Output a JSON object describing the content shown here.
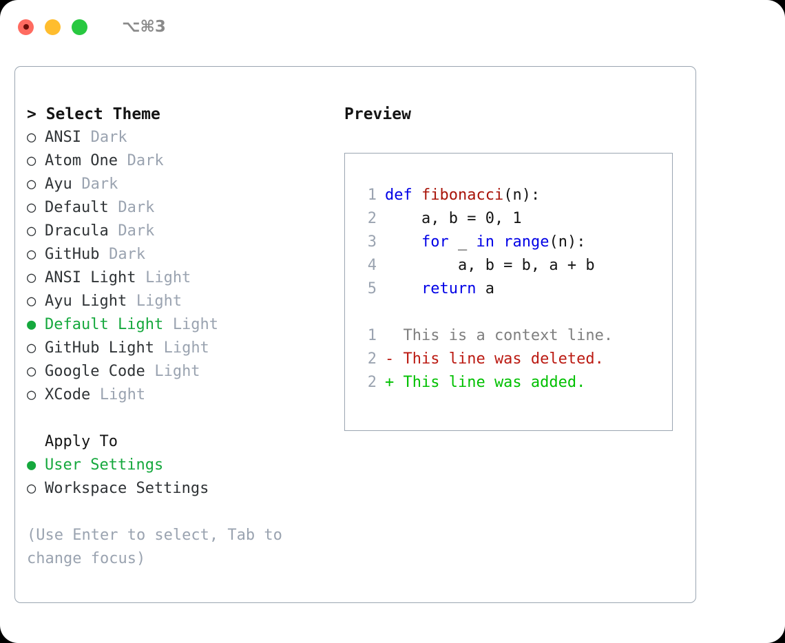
{
  "titlebar": {
    "shortcut": "⌥⌘3",
    "lights": [
      {
        "name": "close",
        "color": "#ff6b60"
      },
      {
        "name": "minimize",
        "color": "#ffbd2e"
      },
      {
        "name": "maximize",
        "color": "#28c840"
      }
    ]
  },
  "theme_picker": {
    "header": "> Select Theme",
    "selected_marker": "●",
    "unselected_marker": "○",
    "themes": [
      {
        "name": "ANSI",
        "variant": "Dark",
        "selected": false
      },
      {
        "name": "Atom One",
        "variant": "Dark",
        "selected": false
      },
      {
        "name": "Ayu",
        "variant": "Dark",
        "selected": false
      },
      {
        "name": "Default",
        "variant": "Dark",
        "selected": false
      },
      {
        "name": "Dracula",
        "variant": "Dark",
        "selected": false
      },
      {
        "name": "GitHub",
        "variant": "Dark",
        "selected": false
      },
      {
        "name": "ANSI Light",
        "variant": "Light",
        "selected": false
      },
      {
        "name": "Ayu Light",
        "variant": "Light",
        "selected": false
      },
      {
        "name": "Default Light",
        "variant": "Light",
        "selected": true
      },
      {
        "name": "GitHub Light",
        "variant": "Light",
        "selected": false
      },
      {
        "name": "Google Code",
        "variant": "Light",
        "selected": false
      },
      {
        "name": "XCode",
        "variant": "Light",
        "selected": false
      }
    ]
  },
  "apply_to": {
    "header": "Apply To",
    "options": [
      {
        "label": "User Settings",
        "selected": true
      },
      {
        "label": "Workspace Settings",
        "selected": false
      }
    ]
  },
  "hint": "(Use Enter to select, Tab to change focus)",
  "preview": {
    "header": "Preview",
    "code_lines": [
      {
        "no": "1",
        "tokens": [
          {
            "text": "def ",
            "kind": "kw"
          },
          {
            "text": "fibonacci",
            "kind": "fn"
          },
          {
            "text": "(n):",
            "kind": "txt"
          }
        ]
      },
      {
        "no": "2",
        "tokens": [
          {
            "text": "    a, b = 0, 1",
            "kind": "txt"
          }
        ]
      },
      {
        "no": "3",
        "tokens": [
          {
            "text": "    ",
            "kind": "txt"
          },
          {
            "text": "for",
            "kind": "kw"
          },
          {
            "text": " _ ",
            "kind": "txt"
          },
          {
            "text": "in ",
            "kind": "kw"
          },
          {
            "text": "range",
            "kind": "kw"
          },
          {
            "text": "(n):",
            "kind": "txt"
          }
        ]
      },
      {
        "no": "4",
        "tokens": [
          {
            "text": "        a, b = b, a + b",
            "kind": "txt"
          }
        ]
      },
      {
        "no": "5",
        "tokens": [
          {
            "text": "    ",
            "kind": "txt"
          },
          {
            "text": "return",
            "kind": "kw"
          },
          {
            "text": " a",
            "kind": "txt"
          }
        ]
      }
    ],
    "diff_lines": [
      {
        "no": "1",
        "marker": " ",
        "text": " This is a context line.",
        "kind": "ctx"
      },
      {
        "no": "2",
        "marker": "-",
        "text": " This line was deleted.",
        "kind": "del"
      },
      {
        "no": "2",
        "marker": "+",
        "text": " This line was added.",
        "kind": "add"
      }
    ]
  },
  "colors": {
    "accent_green": "#15a83d",
    "diff_add": "#00c000",
    "diff_del": "#bb1a12",
    "keyword_blue": "#0000e6",
    "function_red": "#a81308",
    "muted": "#9aa3b0",
    "border": "#9aa5b1"
  }
}
